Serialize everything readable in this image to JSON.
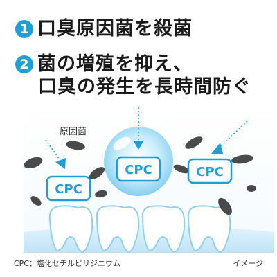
{
  "headline": {
    "item1": {
      "number": "1",
      "text": "口臭原因菌を殺菌"
    },
    "item2": {
      "number": "2",
      "line1": "菌の増殖を抑え、",
      "line2": "口臭の発生を長時間防ぐ"
    }
  },
  "illustration": {
    "germ_label": "原因菌",
    "cpc_badge": "CPC"
  },
  "footer": {
    "note": "CPC：塩化セチルピリジニウム",
    "image_note": "イメージ"
  },
  "colors": {
    "accent": "#1e9fd8",
    "germ": "#4a4a4a",
    "gum": "#cfeaf8",
    "tooth_outline": "#8fd0ef"
  }
}
